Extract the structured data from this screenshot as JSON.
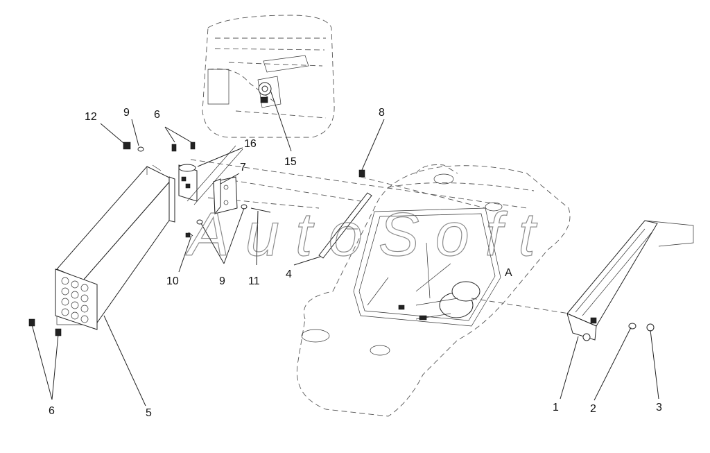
{
  "watermark": "AutoSoft",
  "callouts": [
    {
      "id": "12",
      "label": "12"
    },
    {
      "id": "9a",
      "label": "9"
    },
    {
      "id": "6a",
      "label": "6"
    },
    {
      "id": "16",
      "label": "16"
    },
    {
      "id": "15",
      "label": "15"
    },
    {
      "id": "8",
      "label": "8"
    },
    {
      "id": "7",
      "label": "7"
    },
    {
      "id": "10",
      "label": "10"
    },
    {
      "id": "9b",
      "label": "9"
    },
    {
      "id": "11",
      "label": "11"
    },
    {
      "id": "4",
      "label": "4"
    },
    {
      "id": "5",
      "label": "5"
    },
    {
      "id": "6b",
      "label": "6"
    },
    {
      "id": "1",
      "label": "1"
    },
    {
      "id": "2",
      "label": "2"
    },
    {
      "id": "3",
      "label": "3"
    }
  ],
  "view_marker": "A"
}
